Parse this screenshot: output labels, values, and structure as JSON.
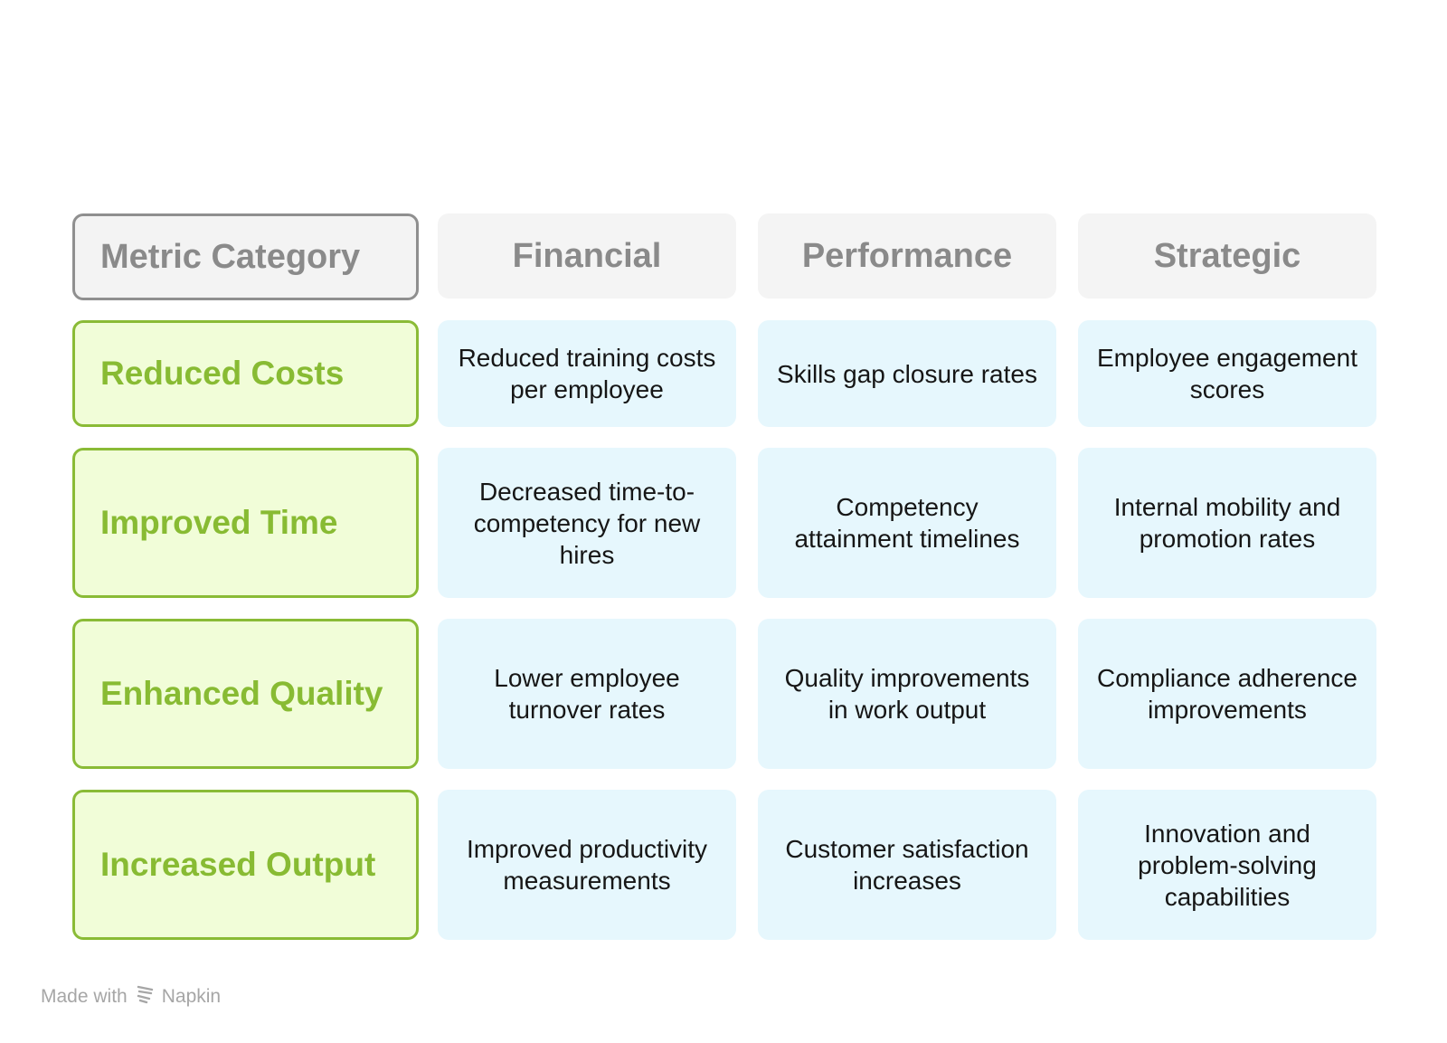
{
  "table": {
    "header_label": "Metric Category",
    "columns": [
      "Financial",
      "Performance",
      "Strategic"
    ],
    "rows": [
      {
        "label": "Reduced Costs",
        "cells": [
          "Reduced training costs per employee",
          "Skills gap closure rates",
          "Employee engagement scores"
        ]
      },
      {
        "label": "Improved Time",
        "cells": [
          "Decreased time-to-competency for new hires",
          "Competency attainment timelines",
          "Internal mobility and promotion rates"
        ]
      },
      {
        "label": "Enhanced Quality",
        "cells": [
          "Lower employee turnover rates",
          "Quality improvements in work output",
          "Compliance adherence improvements"
        ]
      },
      {
        "label": "Increased Output",
        "cells": [
          "Improved productivity measurements",
          "Customer satisfaction increases",
          "Innovation and problem-solving capabilities"
        ]
      }
    ]
  },
  "footer": {
    "made_with": "Made with",
    "brand": "Napkin",
    "logo_icon": "napkin-logo-icon"
  },
  "colors": {
    "header_bg": "#f4f4f4",
    "header_border": "#8f8f8f",
    "header_text": "#8a8a8a",
    "row_label_bg": "#f1fdd8",
    "row_label_border": "#8abb36",
    "row_label_text": "#88bb33",
    "cell_bg": "#e6f7fd",
    "cell_text": "#161616"
  }
}
